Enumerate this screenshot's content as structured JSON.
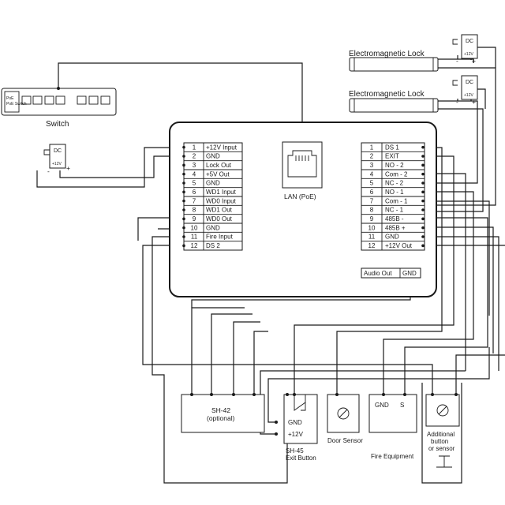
{
  "switch": {
    "label": "Switch",
    "badge_line1": "PoE",
    "badge_line2": "PoE Switch"
  },
  "locks": [
    {
      "label": "Electromagnetic Lock",
      "dc": "DC",
      "volts": "+12V",
      "minus": "-",
      "plus": "+"
    },
    {
      "label": "Electromagnetic Lock",
      "dc": "DC",
      "volts": "+12V",
      "minus": "-",
      "plus": "+"
    }
  ],
  "psu_left": {
    "dc": "DC",
    "volts": "+12V",
    "minus": "-",
    "plus": "+"
  },
  "lan": {
    "label": "LAN (PoE)"
  },
  "left_terminals": [
    {
      "num": "1",
      "name": "+12V Input"
    },
    {
      "num": "2",
      "name": "GND"
    },
    {
      "num": "3",
      "name": "Lock Out"
    },
    {
      "num": "4",
      "name": "+5V Out"
    },
    {
      "num": "5",
      "name": "GND"
    },
    {
      "num": "6",
      "name": "WD1 Input"
    },
    {
      "num": "7",
      "name": "WD0 Input"
    },
    {
      "num": "8",
      "name": "WD1 Out"
    },
    {
      "num": "9",
      "name": "WD0 Out"
    },
    {
      "num": "10",
      "name": "GND"
    },
    {
      "num": "11",
      "name": "Fire Input"
    },
    {
      "num": "12",
      "name": "DS 2"
    }
  ],
  "right_terminals": [
    {
      "num": "1",
      "name": "DS 1"
    },
    {
      "num": "2",
      "name": "EXIT"
    },
    {
      "num": "3",
      "name": "NO - 2"
    },
    {
      "num": "4",
      "name": "Com - 2"
    },
    {
      "num": "5",
      "name": "NC - 2"
    },
    {
      "num": "6",
      "name": "NO - 1"
    },
    {
      "num": "7",
      "name": "Com - 1"
    },
    {
      "num": "8",
      "name": "NC - 1"
    },
    {
      "num": "9",
      "name": "485B -"
    },
    {
      "num": "10",
      "name": "485B +"
    },
    {
      "num": "11",
      "name": "GND"
    },
    {
      "num": "12",
      "name": "+12V Out"
    }
  ],
  "audio": {
    "out": "Audio Out",
    "gnd": "GND"
  },
  "sh42": {
    "line1": "SH-42",
    "line2": "(optional)"
  },
  "sh45": {
    "gnd": "GND",
    "plus": "+12V",
    "name": "SH-45",
    "sub": "Exit Button"
  },
  "door_sensor": {
    "label": "Door Sensor"
  },
  "fire": {
    "gnd": "GND",
    "s": "S",
    "label": "Fire Equipment"
  },
  "additional": {
    "line1": "Additional",
    "line2": "button",
    "line3": "or sensor"
  }
}
